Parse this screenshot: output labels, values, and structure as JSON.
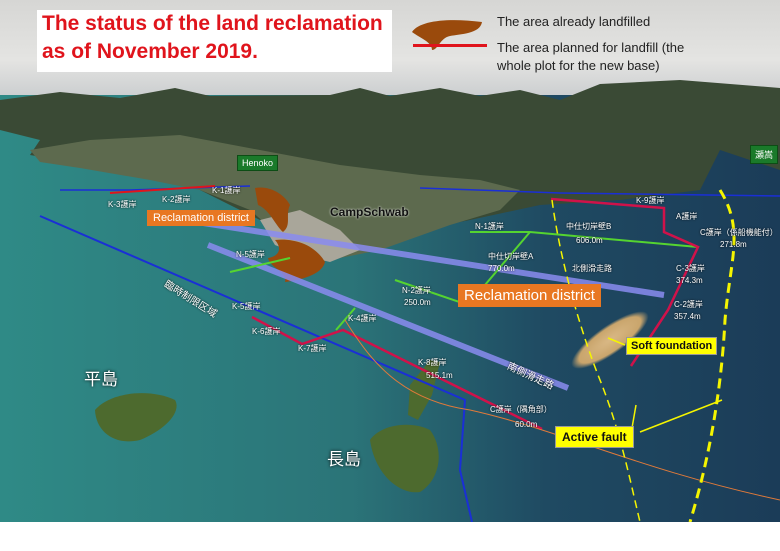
{
  "title": {
    "line1": "The status of the land reclamation",
    "line2": "as of November 2019."
  },
  "legend": {
    "landfilled": "The area already landfilled",
    "planned_line1": "The area planned for landfill (the",
    "planned_line2": "whole plot for the new base)",
    "landfilled_color": "#9a4a0c",
    "planned_color": "#e0141c"
  },
  "places": {
    "henoko": "Henoko",
    "camp": "CampSchwab",
    "sedake": "瀬嵩",
    "hirashima": "平島",
    "nagashima": "長島"
  },
  "callouts": {
    "reclamation_small": "Reclamation district",
    "reclamation_large": "Reclamation district",
    "soft_foundation": "Soft foundation",
    "active_fault": "Active fault"
  },
  "segments": [
    {
      "name": "K-1護岸"
    },
    {
      "name": "K-2護岸"
    },
    {
      "name": "K-3護岸"
    },
    {
      "name": "N-5護岸"
    },
    {
      "name": "K-5護岸"
    },
    {
      "name": "K-6護岸"
    },
    {
      "name": "K-7護岸"
    },
    {
      "name": "K-4護岸"
    },
    {
      "name": "K-8護岸",
      "length": "515.1m"
    },
    {
      "name": "C護岸（隅角部）",
      "length": "60.0m"
    },
    {
      "name": "C-2護岸",
      "length": "357.4m"
    },
    {
      "name": "C-3護岸",
      "length": "374.3m"
    },
    {
      "name": "C護岸（係船機能付）",
      "length": "271.8m"
    },
    {
      "name": "A護岸"
    },
    {
      "name": "中仕切岸壁A",
      "length": "770.0m"
    },
    {
      "name": "中仕切岸壁B",
      "length": "606.0m"
    },
    {
      "name": "N-1護岸"
    },
    {
      "name": "N-2護岸",
      "length": "250.0m"
    },
    {
      "name": "南側滑走路"
    },
    {
      "name": "北側滑走路"
    },
    {
      "name": "臨時制限区域"
    },
    {
      "name": "K-9護岸"
    }
  ],
  "colors": {
    "boundary_blue": "#1a2fd6",
    "runway_purple": "#8a8cf0",
    "seawall_green": "#55d430",
    "fault_yellow": "#f5f500"
  }
}
